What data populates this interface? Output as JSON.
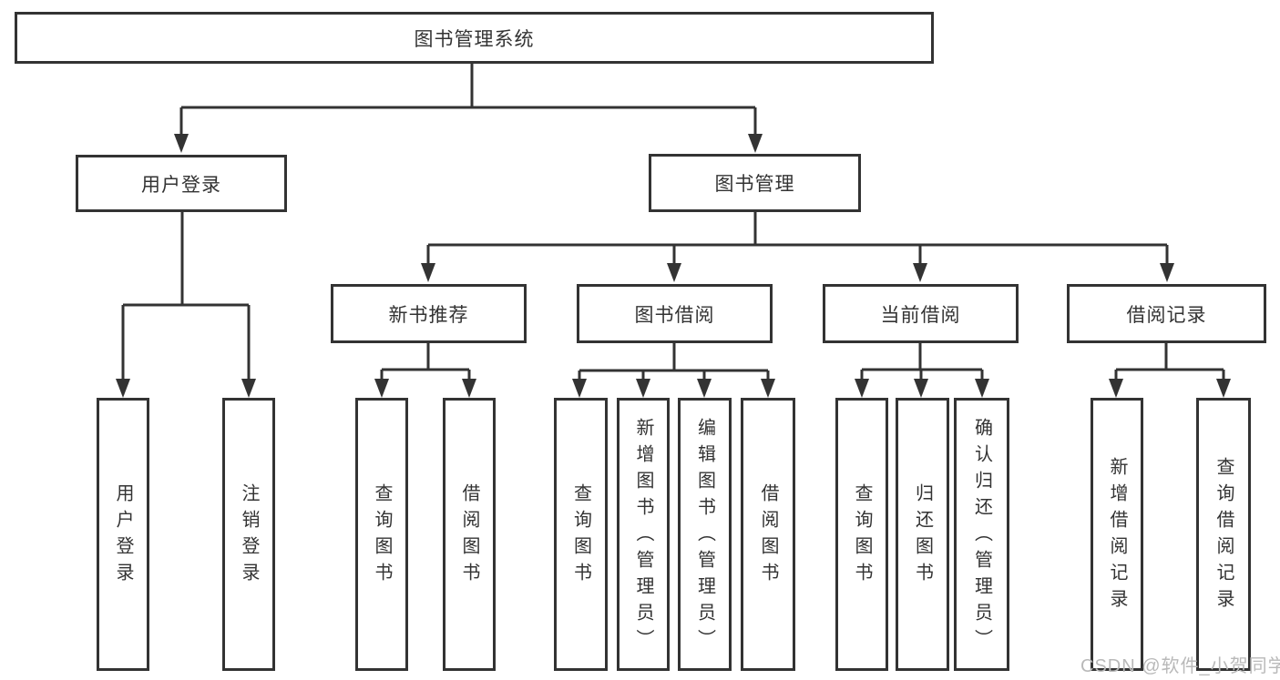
{
  "diagram": {
    "type": "hierarchy-tree",
    "title": "图书管理系统",
    "colors": {
      "line": "#333333",
      "box_border": "#333333",
      "text": "#333333",
      "background": "#ffffff",
      "watermark": "#b9b9b9"
    },
    "nodes": {
      "root": {
        "label": "图书管理系统"
      },
      "user_login": {
        "label": "用户登录"
      },
      "book_management": {
        "label": "图书管理"
      },
      "new_book_recommend": {
        "label": "新书推荐"
      },
      "book_borrowing": {
        "label": "图书借阅"
      },
      "current_borrowing": {
        "label": "当前借阅"
      },
      "borrowing_records": {
        "label": "借阅记录"
      },
      "leaf_user_login": {
        "label": "用户登录"
      },
      "leaf_logout": {
        "label": "注销登录"
      },
      "leaf_query_book_1": {
        "label": "查询图书"
      },
      "leaf_borrow_book_1": {
        "label": "借阅图书"
      },
      "leaf_query_book_2": {
        "label": "查询图书"
      },
      "leaf_add_book_admin": {
        "label": "新增图书（管理员）"
      },
      "leaf_edit_book_admin": {
        "label": "编辑图书（管理员）"
      },
      "leaf_borrow_book_2": {
        "label": "借阅图书"
      },
      "leaf_query_book_3": {
        "label": "查询图书"
      },
      "leaf_return_book": {
        "label": "归还图书"
      },
      "leaf_confirm_return_admin": {
        "label": "确认归还（管理员）"
      },
      "leaf_add_borrow_record": {
        "label": "新增借阅记录"
      },
      "leaf_query_borrow_record": {
        "label": "查询借阅记录"
      }
    },
    "hierarchy": [
      {
        "parent": "图书管理系统",
        "children": [
          "用户登录",
          "图书管理"
        ]
      },
      {
        "parent": "用户登录",
        "children": [
          "用户登录",
          "注销登录"
        ]
      },
      {
        "parent": "图书管理",
        "children": [
          "新书推荐",
          "图书借阅",
          "当前借阅",
          "借阅记录"
        ]
      },
      {
        "parent": "新书推荐",
        "children": [
          "查询图书",
          "借阅图书"
        ]
      },
      {
        "parent": "图书借阅",
        "children": [
          "查询图书",
          "新增图书（管理员）",
          "编辑图书（管理员）",
          "借阅图书"
        ]
      },
      {
        "parent": "当前借阅",
        "children": [
          "查询图书",
          "归还图书",
          "确认归还（管理员）"
        ]
      },
      {
        "parent": "借阅记录",
        "children": [
          "新增借阅记录",
          "查询借阅记录"
        ]
      }
    ]
  },
  "watermark": {
    "text": "CSDN @软件_小贺同学"
  }
}
